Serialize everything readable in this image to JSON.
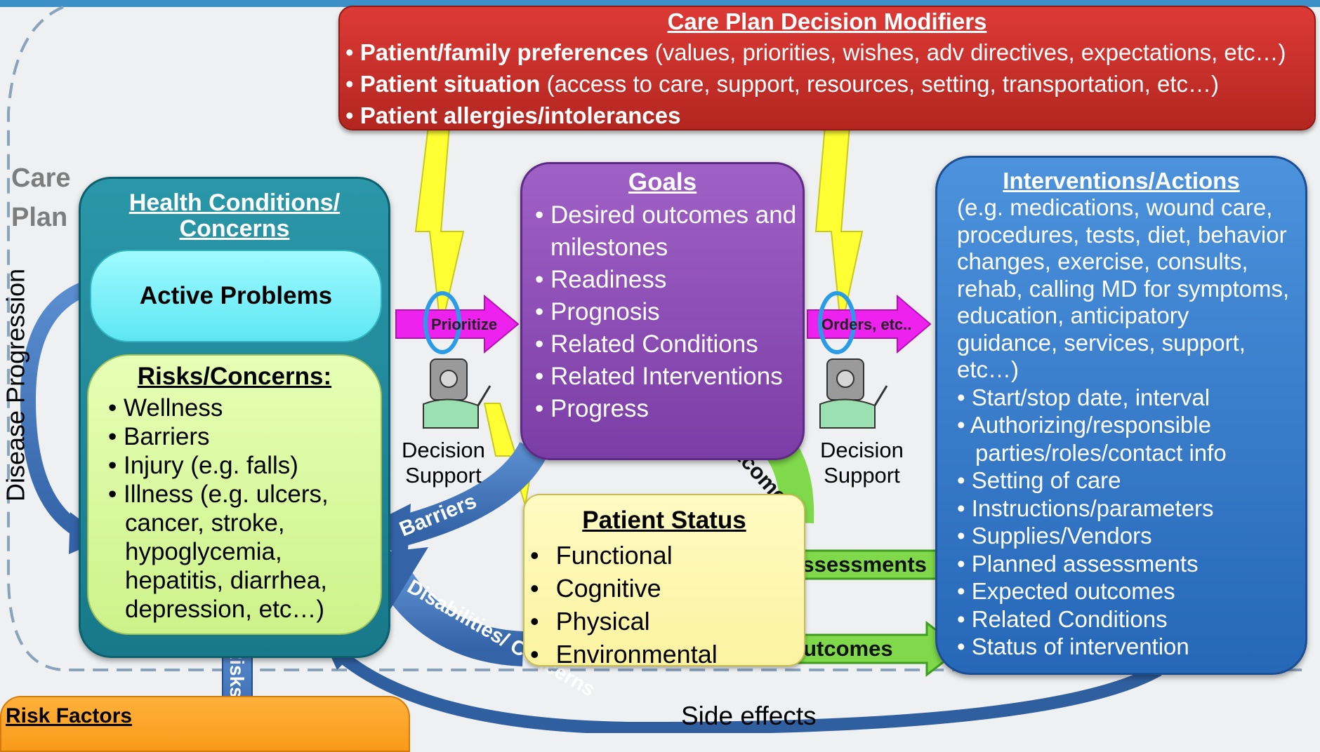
{
  "modifiers": {
    "title": "Care Plan Decision Modifiers",
    "items": [
      {
        "bold": "Patient/family preferences",
        "rest": " (values, priorities, wishes, adv directives, expectations, etc…)"
      },
      {
        "bold": "Patient situation",
        "rest": " (access to care, support, resources, setting, transportation, etc…)"
      },
      {
        "bold": "Patient allergies/intolerances",
        "rest": ""
      }
    ]
  },
  "care_plan_label": [
    "Care",
    "Plan"
  ],
  "health": {
    "title_line1": "Health Conditions/",
    "title_line2": "Concerns",
    "active": "Active Problems",
    "risks_title": "Risks/Concerns:",
    "risks": [
      "Wellness",
      "Barriers",
      "Injury (e.g. falls)",
      "Illness (e.g. ulcers, cancer, stroke, hypoglycemia, hepatitis, diarrhea, depression, etc…)"
    ]
  },
  "goals": {
    "title": "Goals",
    "items": [
      "Desired outcomes and milestones",
      "Readiness",
      "Prognosis",
      "Related Conditions",
      "Related Interventions",
      "Progress"
    ]
  },
  "status": {
    "title": "Patient Status",
    "items": [
      "Functional",
      "Cognitive",
      "Physical",
      "Environmental"
    ]
  },
  "interventions": {
    "title": "Interventions/Actions",
    "desc": "(e.g. medications, wound care, procedures, tests, diet, behavior changes, exercise, consults, rehab, calling MD for symptoms, education, anticipatory guidance, services, support, etc…)",
    "items": [
      "Start/stop date, interval",
      "Authorizing/responsible parties/roles/contact info",
      "Setting of care",
      "Instructions/parameters",
      "Supplies/Vendors",
      "Planned assessments",
      "Expected outcomes",
      "Related Conditions",
      "Status of intervention"
    ]
  },
  "arrows": {
    "prioritize": "Prioritize",
    "orders": "Orders, etc..",
    "outcomes_curved": "Outcomes",
    "barriers": "Barriers",
    "disabilities": "Disabilities/ Concerns",
    "assessments": "Assessments",
    "outcomes": "Outcomes",
    "risks": "Risks",
    "side_effects": "Side effects",
    "disease_progression": "Disease Progression"
  },
  "decision_support": [
    "Decision",
    "Support"
  ],
  "risk_factors": "Risk Factors",
  "colors": {
    "modifier_red": "#c9302c",
    "health_teal": "#1f8a9b",
    "active_cyan": "#7ff3fb",
    "risks_green": "#d8f7a0",
    "goals_purple": "#8a4bb5",
    "status_yellow": "#fdf7b0",
    "interventions_blue": "#3079c8",
    "magenta_arrow": "#ee22ee",
    "green_arrow": "#7fd94a",
    "risk_orange": "#fba52a"
  }
}
